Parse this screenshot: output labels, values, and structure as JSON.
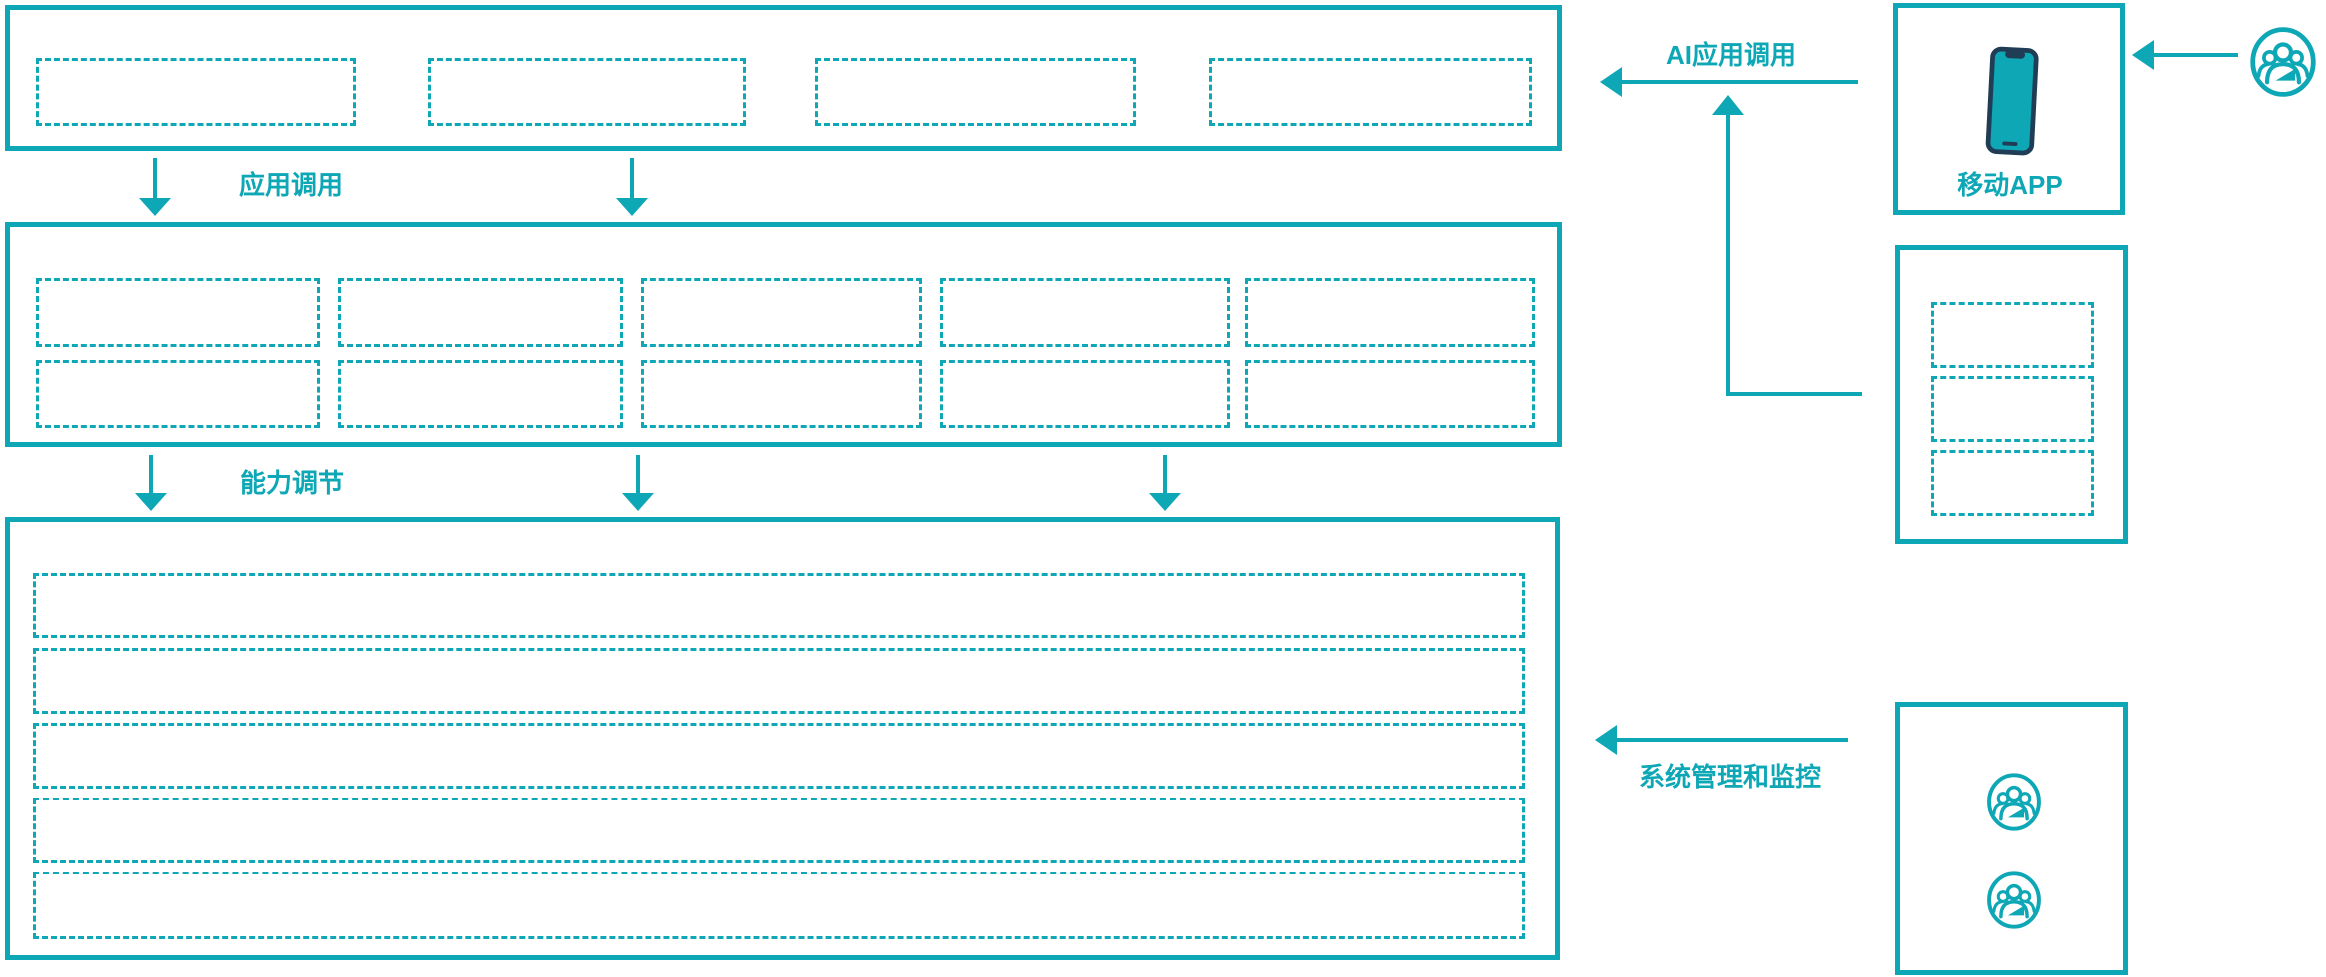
{
  "diagram": {
    "labels": {
      "app_call": "应用调用",
      "capability_adjust": "能力调节",
      "ai_app_call": "AI应用调用",
      "mobile_app": "移动APP",
      "system_monitor": "系统管理和监控"
    },
    "colors": {
      "teal": "#0ea7b5",
      "navy": "#203d55"
    },
    "icons": [
      "users-group-icon",
      "mobile-phone-icon",
      "down-arrow-icon",
      "left-arrow-icon",
      "up-arrow-icon"
    ],
    "structure": {
      "top_layer_slots": 4,
      "middle_layer_slots_rows": 2,
      "middle_layer_slots_cols": 5,
      "bottom_layer_rows": 5,
      "channel_box_slots": 3,
      "admin_box_icons": 2
    }
  }
}
